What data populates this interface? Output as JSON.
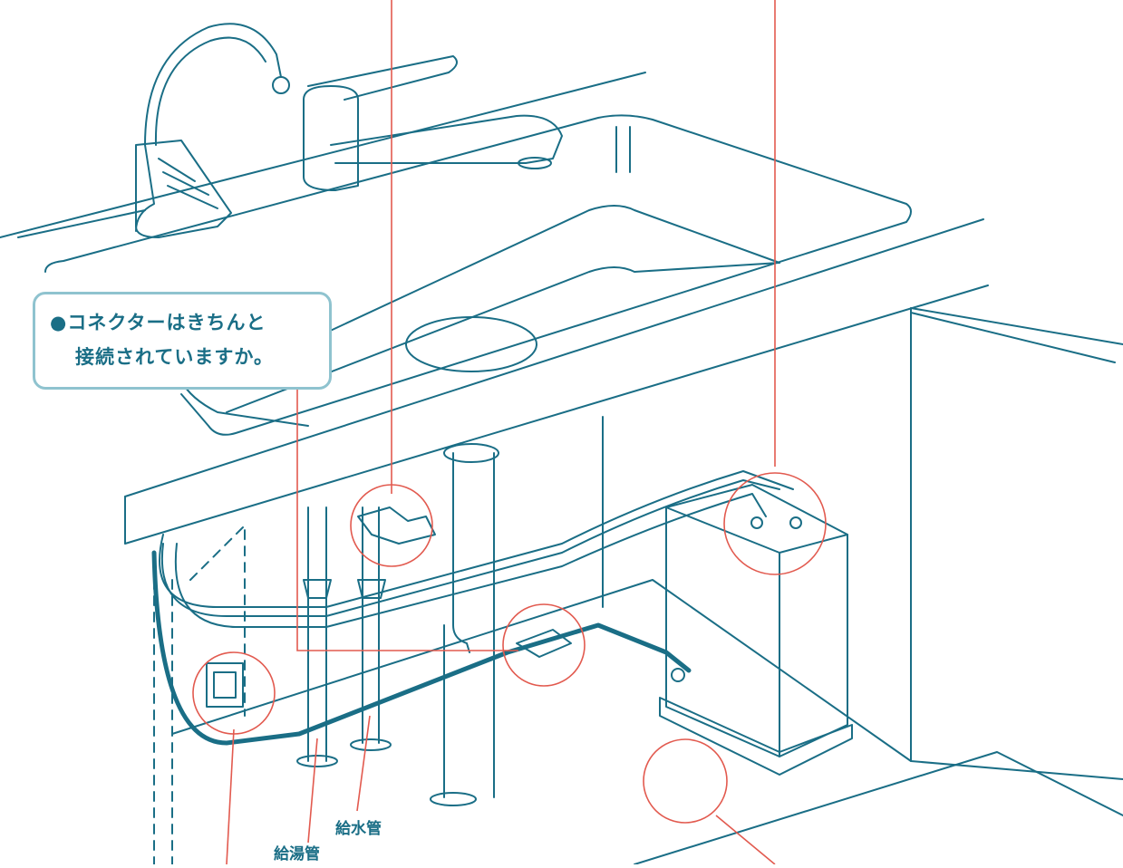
{
  "callout": {
    "bullet": "●",
    "line1": "コネクターはきちんと",
    "line2": "接続されていますか。"
  },
  "labels": {
    "hot_water_pipe": "給湯管",
    "water_supply_pipe": "給水管"
  },
  "colors": {
    "line": "#1a6e86",
    "pointer": "#e25a4f",
    "callout_border": "#8fc3cf"
  }
}
